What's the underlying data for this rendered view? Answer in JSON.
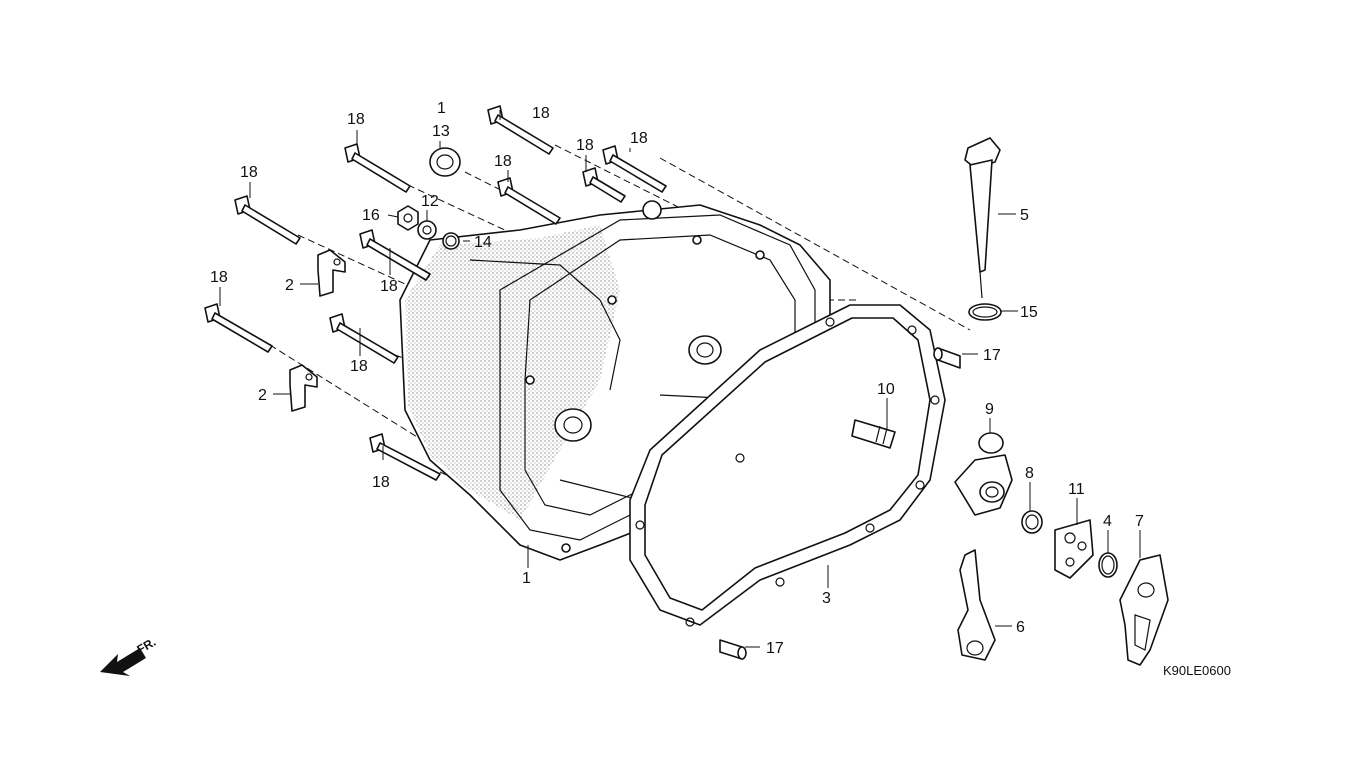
{
  "diagram": {
    "drawing_code": "K90LE0600",
    "direction_mark": "FR.",
    "callouts": {
      "c1_top": "1",
      "c1_bottom": "1",
      "c2_upper": "2",
      "c2_lower": "2",
      "c3": "3",
      "c4": "4",
      "c5": "5",
      "c6": "6",
      "c7": "7",
      "c8": "8",
      "c9": "9",
      "c10": "10",
      "c11": "11",
      "c12": "12",
      "c13": "13",
      "c14": "14",
      "c15": "15",
      "c16": "16",
      "c17_upper": "17",
      "c17_lower": "17",
      "c18_a": "18",
      "c18_b": "18",
      "c18_c": "18",
      "c18_d": "18",
      "c18_e": "18",
      "c18_f": "18",
      "c18_g": "18",
      "c18_h": "18",
      "c18_i": "18",
      "c18_j": "18"
    }
  }
}
